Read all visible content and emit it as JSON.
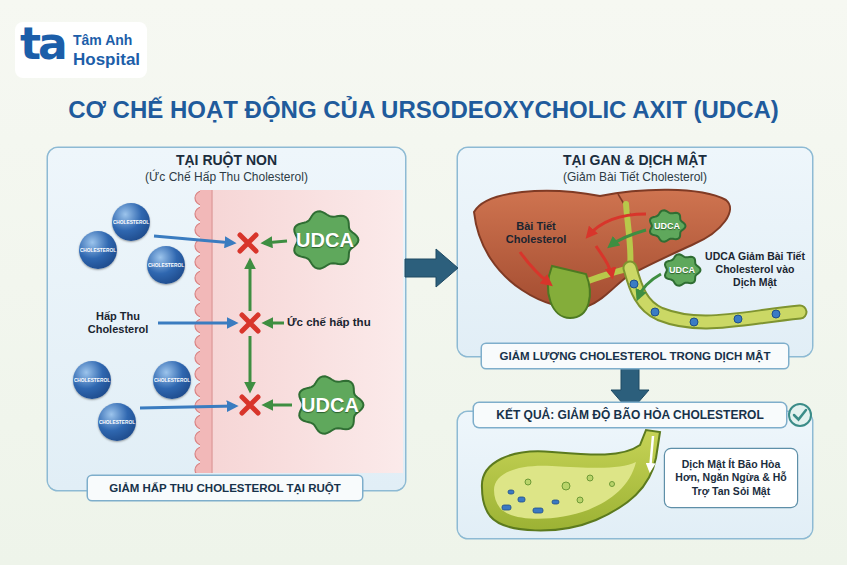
{
  "diagram": {
    "title": "CƠ CHẾ HOẠT ĐỘNG CỦA URSODEOXYCHOLIC AXIT (UDCA)",
    "nodes": [
      {
        "text": [
          "TẠI RUỘT NON",
          "(Ức Chế Hấp Thu Cholesterol)"
        ]
      },
      {
        "text": [
          "CHOLESTEROL"
        ],
        "in": 0
      },
      {
        "text": [
          "CHOLESTEROL"
        ],
        "in": 0
      },
      {
        "text": [
          "CHOLESTEROL"
        ],
        "in": 0
      },
      {
        "text": [
          "UDCA"
        ],
        "in": 0
      },
      {
        "text": [
          "CHOLESTEROL"
        ],
        "in": 0
      },
      {
        "text": [
          "CHOLESTEROL"
        ],
        "in": 0
      },
      {
        "text": [
          "CHOLESTEROL"
        ],
        "in": 0
      },
      {
        "text": [
          "UDCA"
        ],
        "in": 0
      },
      {
        "text": [
          "GIẢM HẤP THU CHOLESTEROL TẠI RUỘT"
        ],
        "in": 0
      },
      {
        "text": [
          "TẠI GAN & DỊCH MẬT",
          "(Giảm Bài Tiết Cholesterol)"
        ]
      },
      {
        "text": [
          "UDCA"
        ],
        "in": 10
      },
      {
        "text": [
          "UDCA"
        ],
        "in": 10
      },
      {
        "text": [
          "GIẢM LƯỢNG CHOLESTEROL TRONG DỊCH MẬT"
        ],
        "in": 10
      },
      {
        "text": [
          "KẾT QUẢ: GIẢM ĐỘ BÃO HÒA CHOLESTEROL"
        ]
      },
      {
        "text": [
          "Dịch Mật Ít Bão Hòa Hơn, Ngăn Ngừa & Hỗ Trợ Tan Sỏi Mật"
        ],
        "in": 14
      }
    ],
    "edges": [
      {
        "from": 0,
        "to": 10,
        "arrow": "to"
      },
      {
        "from": 10,
        "to": 14,
        "arrow": "to"
      }
    ],
    "labels": [
      "ta",
      "Tâm Anh",
      "Hospital",
      "Hấp Thu Cholesterol",
      "Ức chế hấp thu",
      "Bài Tiết Cholesterol",
      "UDCA Giảm Bài Tiết Cholesterol vào Dịch Mật"
    ]
  }
}
